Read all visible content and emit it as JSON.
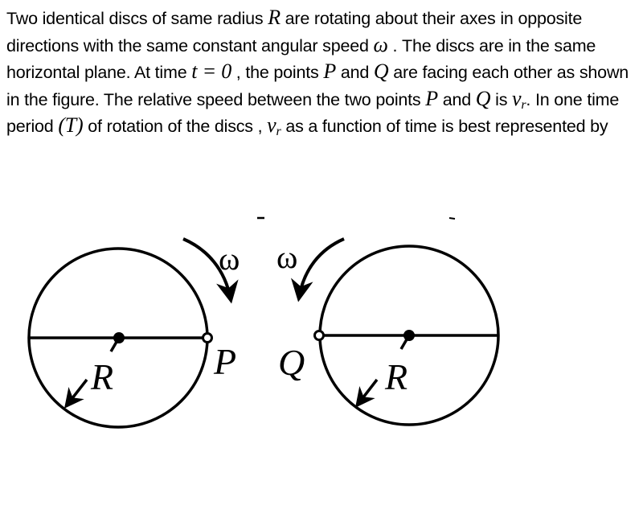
{
  "question": {
    "segments": {
      "s1": "Two identical discs of same radius ",
      "R": "R",
      "s2": " are rotating about their axes in opposite directions with the same constant angular speed ",
      "omega": "ω",
      "s3": " . The discs are in the same horizontal plane. At time ",
      "t_eq": "t = 0",
      "s4": " , the points ",
      "P": "P",
      "s5": " and ",
      "Q": "Q",
      "s6": " are facing each other as shown in the figure. The relative speed between the two points ",
      "P2": "P",
      "s7": " and ",
      "Q2": "Q",
      "s8": " is ",
      "v": "v",
      "r": "r",
      "s9": ". In one time period ",
      "T": "(T)",
      "s10": " of rotation of the discs , ",
      "v2": "v",
      "r2": "r",
      "s11": " as a function of time is best represented by"
    }
  },
  "figure": {
    "left_disc": {
      "omega_label": "ω",
      "point_label": "P",
      "radius_label": "R",
      "rotation": "clockwise"
    },
    "right_disc": {
      "omega_label": "ω",
      "point_label": "Q",
      "radius_label": "R",
      "rotation": "counterclockwise"
    },
    "stroke_color": "#000000"
  }
}
